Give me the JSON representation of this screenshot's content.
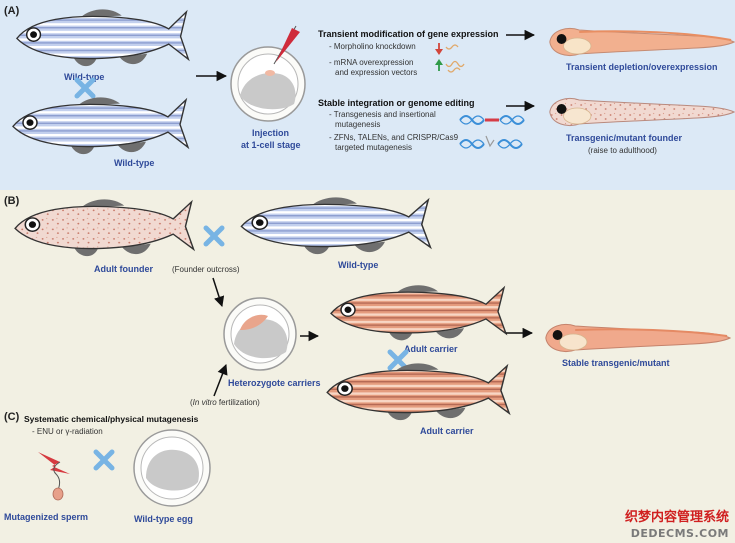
{
  "panels": {
    "a": {
      "label": "(A)",
      "wildtype_1": "Wild-type",
      "wildtype_2": "Wild-type",
      "injection_line1": "Injection",
      "injection_line2": "at 1-cell stage",
      "transient_title": "Transient modification of gene expression",
      "transient_items": [
        "- Morpholino knockdown",
        "- mRNA overexpression",
        "and expression vectors"
      ],
      "stable_title": "Stable integration or genome editing",
      "stable_items": [
        "- Transgenesis and insertional",
        "mutagenesis",
        "- ZFNs, TALENs, and CRISPR/Cas9",
        "targeted mutagenesis"
      ],
      "result_transient": "Transient depletion/overexpression",
      "result_founder": "Transgenic/mutant founder",
      "result_founder_note": "(raise to adulthood)"
    },
    "b": {
      "label": "(B)",
      "adult_founder": "Adult founder",
      "wildtype": "Wild-type",
      "outcross": "(Founder outcross)",
      "heterozygote": "Heterozygote carriers",
      "ivf_italic": "In vitro",
      "ivf_rest": " fertilization)",
      "ivf_open": "(",
      "adult_carrier_1": "Adult carrier",
      "adult_carrier_2": "Adult carrier",
      "stable_result": "Stable transgenic/mutant"
    },
    "c": {
      "label": "(C)",
      "title": "Systematic chemical/physical mutagenesis",
      "item": "- ENU or γ-radiation",
      "sperm": "Mutagenized sperm",
      "egg": "Wild-type egg"
    }
  },
  "watermark": {
    "line1": "织梦内容管理系统",
    "line2": "DEDECMS.COM"
  },
  "colors": {
    "panel_a_bg": "#dce9f6",
    "panel_bc_bg": "#f2f0e3",
    "label_blue": "#2f4a9a",
    "fish_blue": "#b9c8ea",
    "fish_orange": "#e29a7c",
    "fish_speckled": "#efd4cd",
    "cross_blue": "#78b4e4"
  }
}
